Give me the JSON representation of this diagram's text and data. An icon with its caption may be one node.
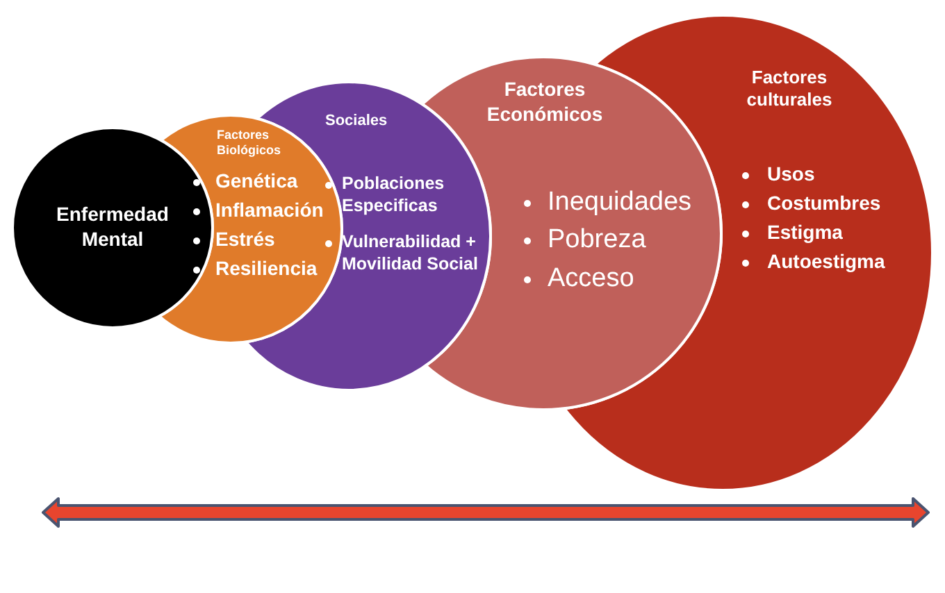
{
  "diagram": {
    "nodes": [
      {
        "text": [
          "Enfermedad Mental"
        ]
      },
      {
        "text": [
          "Factores Biológicos",
          "Genética",
          "Inflamación",
          "Estrés",
          "Resiliencia"
        ]
      },
      {
        "text": [
          "Sociales",
          "Poblaciones Especificas",
          "Vulnerabilidad + Movilidad Social"
        ]
      },
      {
        "text": [
          "Factores Económicos",
          "Inequidades",
          "Pobreza",
          "Acceso"
        ]
      },
      {
        "text": [
          "Factores culturales",
          "Usos",
          "Costumbres",
          "Estigma",
          "Autoestigma"
        ]
      }
    ]
  }
}
